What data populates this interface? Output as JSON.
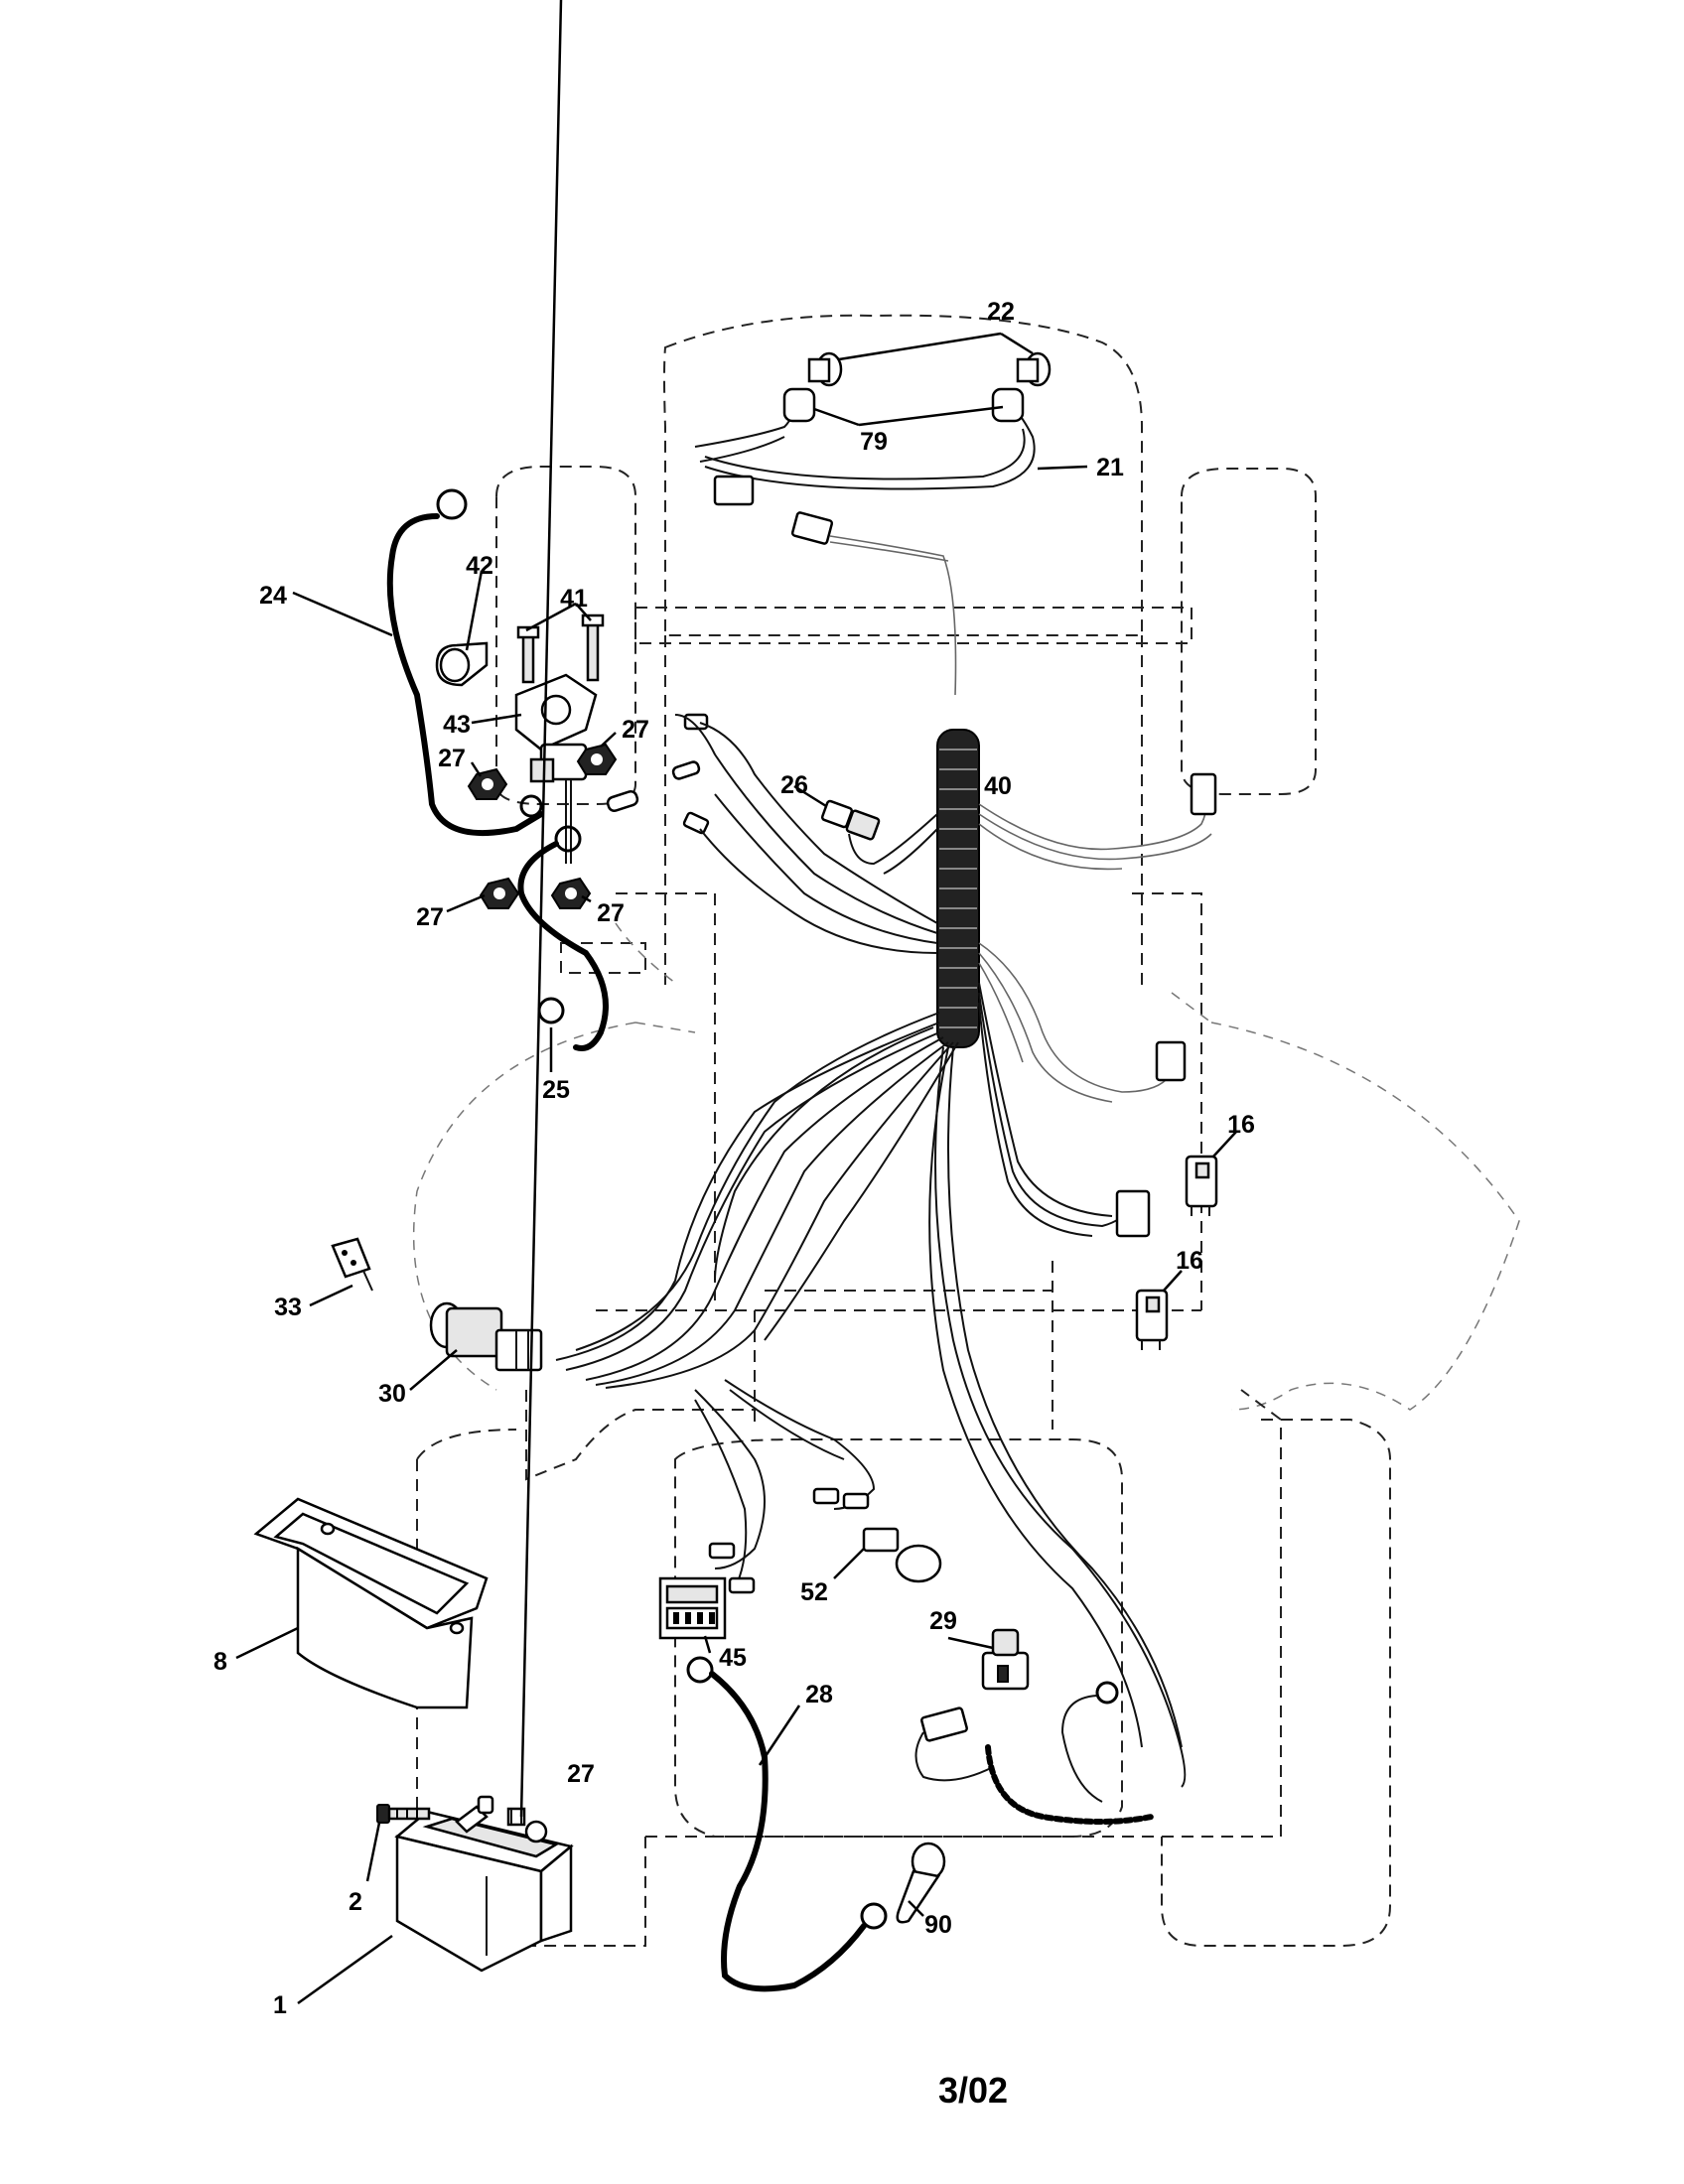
{
  "callouts": {
    "c22": "22",
    "c79": "79",
    "c21": "21",
    "c42": "42",
    "c41": "41",
    "c24": "24",
    "c43": "43",
    "c27a": "27",
    "c27b": "27",
    "c27c": "27",
    "c27d": "27",
    "c27e": "27",
    "c26": "26",
    "c40": "40",
    "c25": "25",
    "c16a": "16",
    "c16b": "16",
    "c33": "33",
    "c30": "30",
    "c8": "8",
    "c45": "45",
    "c52": "52",
    "c29": "29",
    "c28": "28",
    "c2": "2",
    "c1": "1",
    "c90": "90"
  },
  "footer": {
    "date_code": "3/02"
  }
}
